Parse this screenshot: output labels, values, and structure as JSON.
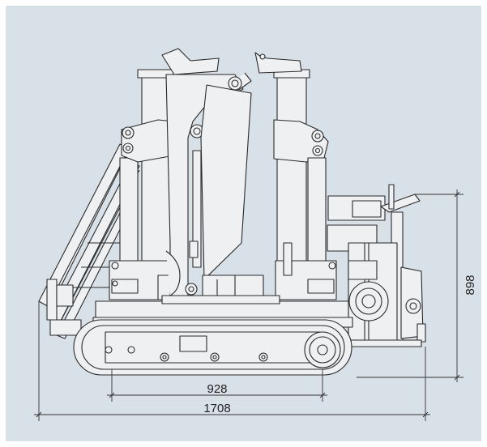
{
  "diagram": {
    "colors": {
      "background": "#d8e0e8",
      "machine_fill": "#eef0f2",
      "stroke": "#2a2a2a",
      "dimension_line": "#333333"
    },
    "dimensions": {
      "track_length": "928",
      "overall_length": "1708",
      "overall_height": "898"
    }
  }
}
